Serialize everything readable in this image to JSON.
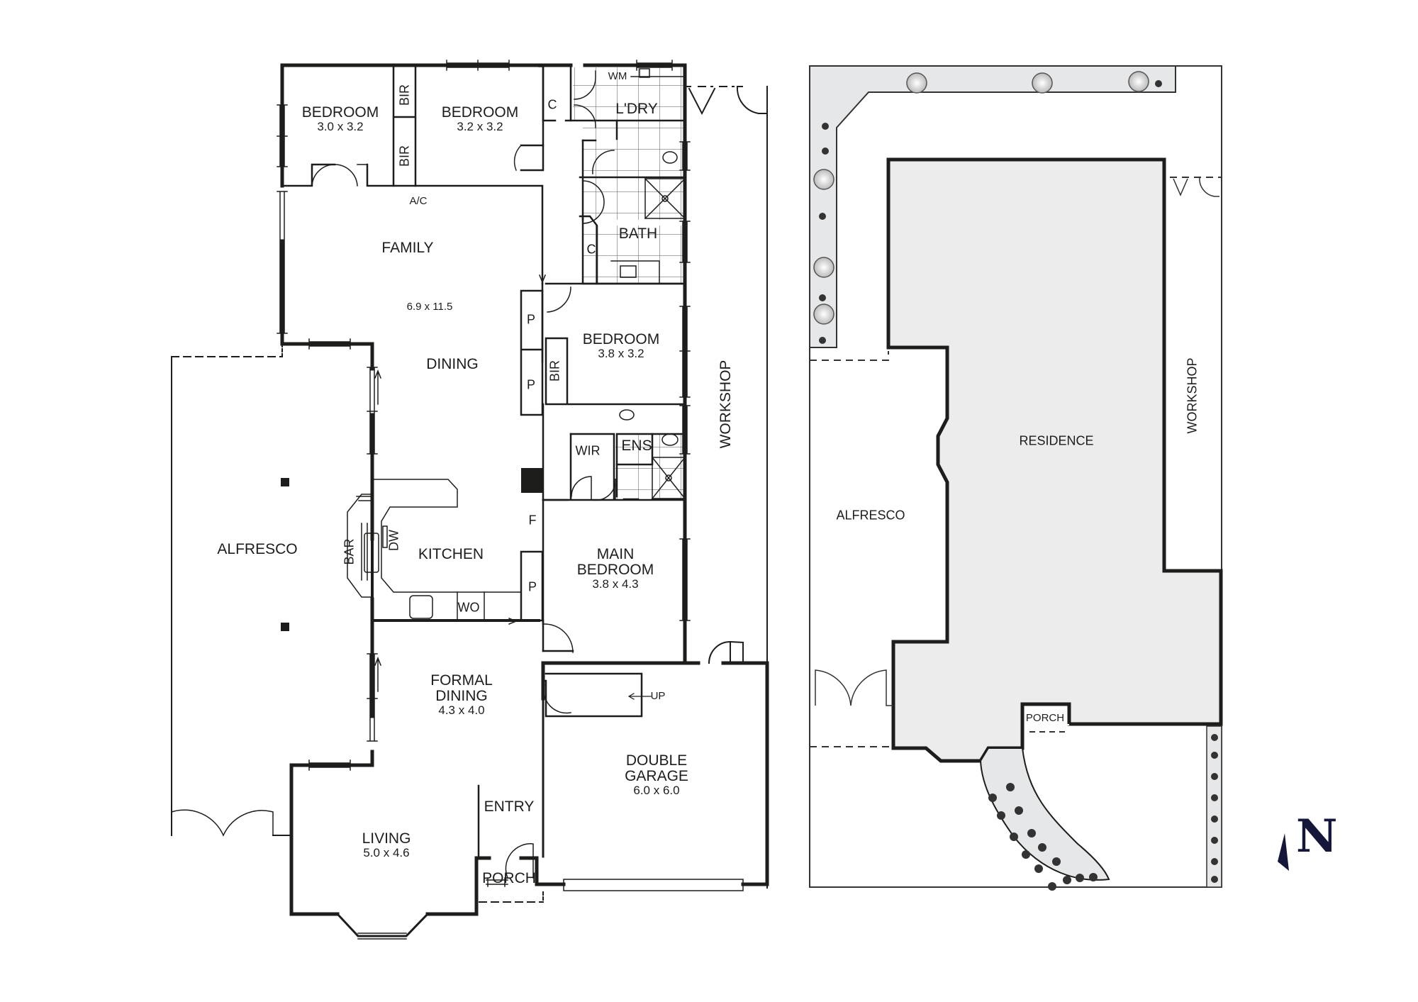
{
  "floor_plan": {
    "rooms": [
      {
        "name": "BEDROOM",
        "dim": "3.0 x 3.2"
      },
      {
        "name": "BEDROOM",
        "dim": "3.2 x 3.2"
      },
      {
        "name": "BIR"
      },
      {
        "name": "BIR"
      },
      {
        "name": "C"
      },
      {
        "name": "L'DRY"
      },
      {
        "name": "WM"
      },
      {
        "name": "A/C"
      },
      {
        "name": "FAMILY",
        "dim": "6.9 x 11.5"
      },
      {
        "name": "DINING"
      },
      {
        "name": "BATH"
      },
      {
        "name": "C"
      },
      {
        "name": "BEDROOM",
        "dim": "3.8 x 3.2"
      },
      {
        "name": "P"
      },
      {
        "name": "P"
      },
      {
        "name": "BIR"
      },
      {
        "name": "WIR"
      },
      {
        "name": "ENS"
      },
      {
        "name": "WORKSHOP"
      },
      {
        "name": "ALFRESCO"
      },
      {
        "name": "KITCHEN"
      },
      {
        "name": "BAR"
      },
      {
        "name": "DW"
      },
      {
        "name": "WO"
      },
      {
        "name": "F"
      },
      {
        "name": "P"
      },
      {
        "name": "MAIN BEDROOM",
        "line1": "MAIN",
        "line2": "BEDROOM",
        "dim": "3.8 x 4.3"
      },
      {
        "name": "FORMAL DINING",
        "line1": "FORMAL",
        "line2": "DINING",
        "dim": "4.3 x 4.0"
      },
      {
        "name": "UP"
      },
      {
        "name": "DOUBLE GARAGE",
        "line1": "DOUBLE",
        "line2": "GARAGE",
        "dim": "6.0 x 6.0"
      },
      {
        "name": "ENTRY"
      },
      {
        "name": "LIVING",
        "dim": "5.0 x 4.6"
      },
      {
        "name": "PORCH"
      }
    ]
  },
  "site_plan": {
    "labels": {
      "residence": "RESIDENCE",
      "alfresco": "ALFRESCO",
      "workshop": "WORKSHOP",
      "porch": "PORCH"
    },
    "colors": {
      "residence_fill": "#ececec",
      "garden_fill": "#e6e7e9",
      "wall": "#1d1d1b"
    }
  },
  "compass": {
    "letter": "N",
    "color": "#14173a"
  }
}
